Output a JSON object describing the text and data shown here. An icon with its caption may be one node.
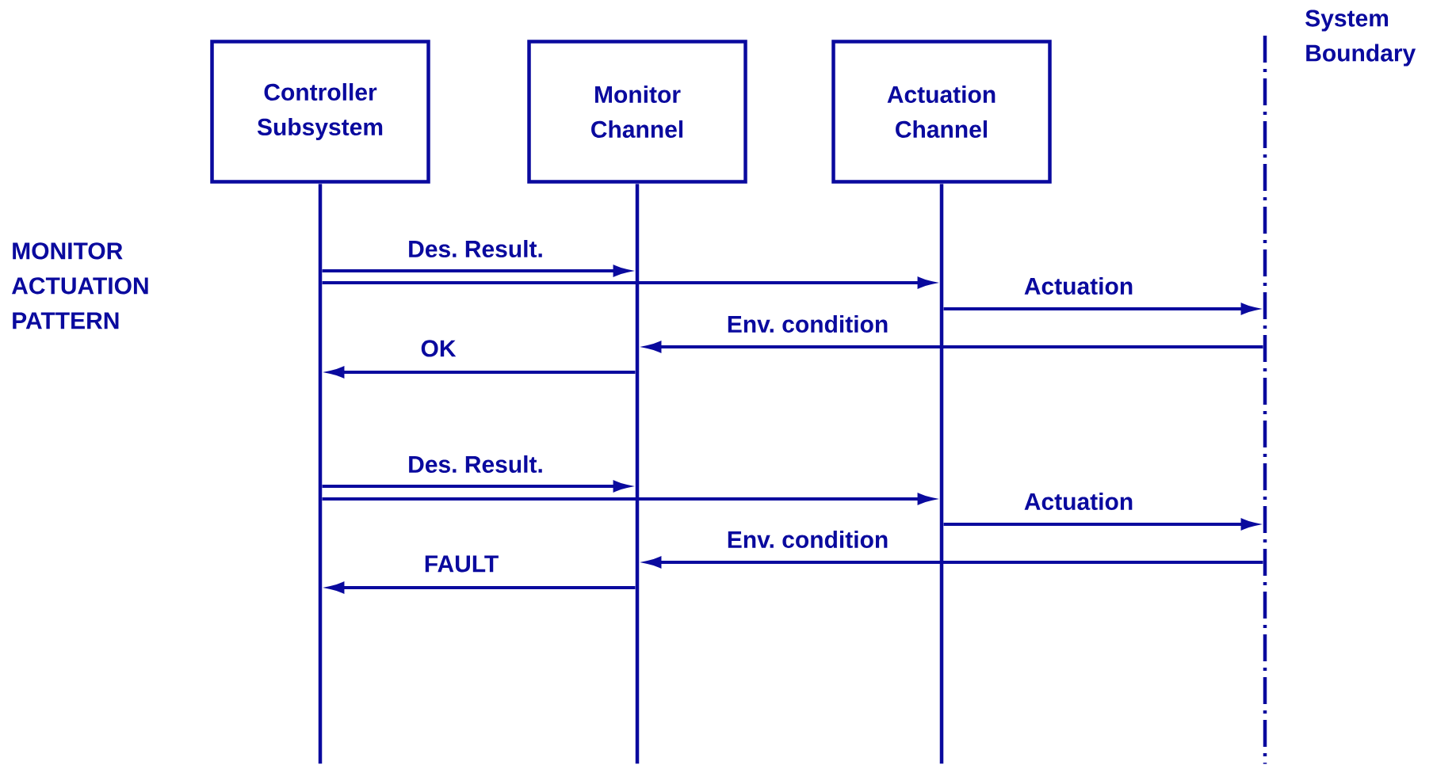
{
  "diagram": {
    "nodes": [
      {
        "text": [
          "Controller Subsystem"
        ]
      },
      {
        "text": [
          "Monitor Channel"
        ]
      },
      {
        "text": [
          "Actuation Channel"
        ]
      },
      {
        "text": [
          "System Boundary"
        ]
      },
      {
        "text": [],
        "shape": "line"
      },
      {
        "text": [],
        "shape": "line"
      },
      {
        "text": [],
        "shape": "line"
      },
      {
        "text": [],
        "shape": "line"
      }
    ],
    "edges": [
      {
        "from": 4,
        "to": 5,
        "arrow": "to",
        "label": "Des. Result."
      },
      {
        "from": 4,
        "to": 6,
        "arrow": "to"
      },
      {
        "from": 6,
        "to": 7,
        "arrow": "to",
        "label": "Actuation"
      },
      {
        "from": 7,
        "to": 5,
        "arrow": "to",
        "label": "Env. condition"
      },
      {
        "from": 5,
        "to": 4,
        "arrow": "to",
        "label": "OK"
      },
      {
        "from": 4,
        "to": 5,
        "arrow": "to",
        "label": "Des. Result."
      },
      {
        "from": 4,
        "to": 6,
        "arrow": "to"
      },
      {
        "from": 6,
        "to": 7,
        "arrow": "to",
        "label": "Actuation"
      },
      {
        "from": 7,
        "to": 5,
        "arrow": "to",
        "label": "Env. condition"
      },
      {
        "from": 5,
        "to": 4,
        "arrow": "to",
        "label": "FAULT"
      }
    ],
    "labels": [
      "MONITOR ACTUATION PATTERN"
    ]
  }
}
